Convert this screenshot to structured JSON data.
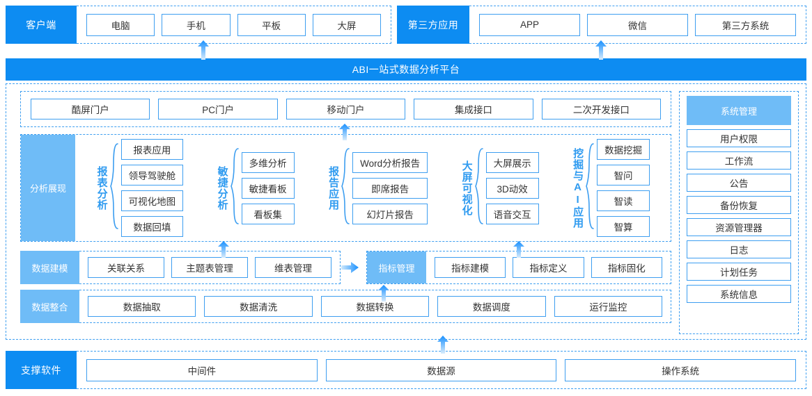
{
  "colors": {
    "primary": "#0d8cf2",
    "secondary": "#6fbcf7",
    "border": "#3d9ef0",
    "text": "#333333",
    "label_text": "#2f9bf0"
  },
  "client_row": {
    "tag": "客户端",
    "items": [
      "电脑",
      "手机",
      "平板",
      "大屏"
    ]
  },
  "thirdparty_row": {
    "tag": "第三方应用",
    "items": [
      "APP",
      "微信",
      "第三方系统"
    ]
  },
  "platform": {
    "title": "ABI一站式数据分析平台",
    "portals": [
      "酷屏门户",
      "PC门户",
      "移动门户",
      "集成接口",
      "二次开发接口"
    ]
  },
  "analysis": {
    "tag": "分析展现",
    "groups": [
      {
        "label": "报表分析",
        "items": [
          "报表应用",
          "领导驾驶舱",
          "可视化地图",
          "数据回填"
        ]
      },
      {
        "label": "敏捷分析",
        "items": [
          "多维分析",
          "敏捷看板",
          "看板集"
        ]
      },
      {
        "label": "报告应用",
        "items": [
          "Word分析报告",
          "即席报告",
          "幻灯片报告"
        ]
      },
      {
        "label": "大屏可视化",
        "items": [
          "大屏展示",
          "3D动效",
          "语音交互"
        ]
      },
      {
        "label": "挖掘与AI应用",
        "items": [
          "数据挖掘",
          "智问",
          "智读",
          "智算"
        ]
      }
    ]
  },
  "modeling": {
    "tag": "数据建模",
    "items": [
      "关联关系",
      "主题表管理",
      "维表管理"
    ],
    "metric_tag": "指标管理",
    "metric_items": [
      "指标建模",
      "指标定义",
      "指标固化"
    ]
  },
  "integration": {
    "tag": "数据整合",
    "items": [
      "数据抽取",
      "数据清洗",
      "数据转换",
      "数据调度",
      "运行监控"
    ]
  },
  "sysadmin": {
    "tag": "系统管理",
    "items": [
      "用户权限",
      "工作流",
      "公告",
      "备份恢复",
      "资源管理器",
      "日志",
      "计划任务",
      "系统信息"
    ]
  },
  "support": {
    "tag": "支撑软件",
    "items": [
      "中间件",
      "数据源",
      "操作系统"
    ]
  },
  "icons": {
    "arrow_up": "arrow-up-icon",
    "arrow_right": "arrow-right-icon",
    "brace_left": "left-brace-icon"
  }
}
